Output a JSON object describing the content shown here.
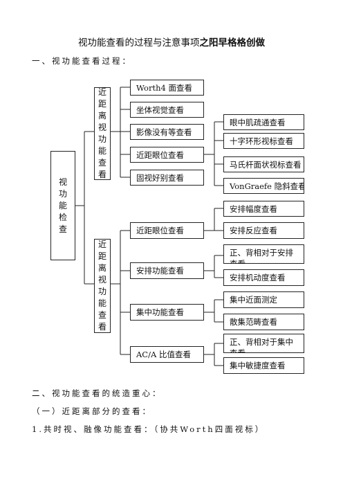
{
  "title": {
    "main": "视功能查看的过程与注意事项",
    "tail": "之阳早格格创做"
  },
  "headings": {
    "h1": "一、视功能查看过程：",
    "h2": "二、视功能查看的统造重心：",
    "h3": "（一）近距离部分的查看：",
    "h4": "1.共时视、融像功能查看：（协共Worth四面视标）"
  },
  "root": {
    "chars": [
      "视",
      "功",
      "能",
      "检",
      "查"
    ]
  },
  "group1": {
    "chars": [
      "近",
      "距",
      "离",
      "视",
      "功",
      "能",
      "查",
      "看"
    ]
  },
  "group2": {
    "chars": [
      "近",
      "距",
      "离",
      "视",
      "功",
      "能",
      "查",
      "看"
    ]
  },
  "level2": [
    "Worth4 面查看",
    "坐体视觉查看",
    "影像没有等查看",
    "近距眼位查看",
    "固视好别查看",
    "近距眼位查看",
    "安排功能查看",
    "集中功能查看",
    "AC/A 比值查看"
  ],
  "level3": [
    "眼中肌疏通查看",
    "十字环形视标查看",
    "马氏杆面状视标查看",
    "VonGraefe 隐斜查看",
    "安排幅度查看",
    "安排反应查看",
    "正、背相对于安排查看",
    "安排机动度查看",
    "集中近面测定",
    "散集范畴查看",
    "正、背相对于集中查看",
    "集中敏捷度查看"
  ]
}
